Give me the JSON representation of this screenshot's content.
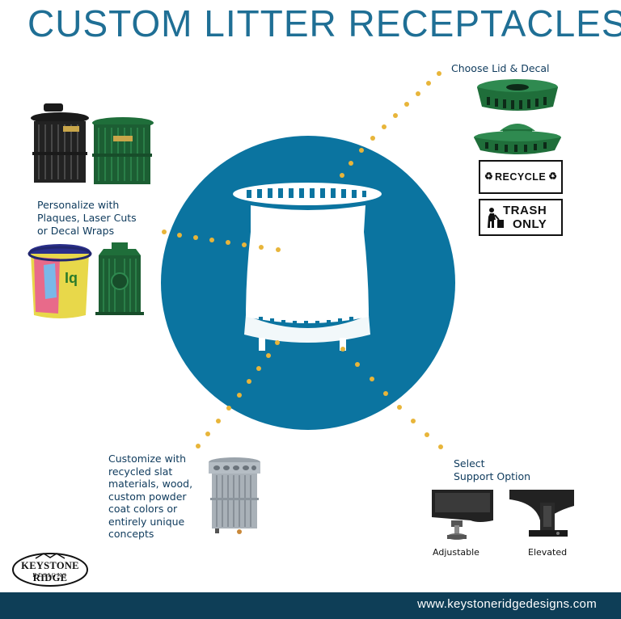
{
  "title": "CUSTOM LITTER RECEPTACLES",
  "labels": {
    "lid_decal": "Choose Lid & Decal",
    "personalize": [
      "Personalize with",
      "Plaques, Laser Cuts",
      "or Decal Wraps"
    ],
    "customize": [
      "Customize with",
      "recycled slat",
      "materials, wood,",
      "custom powder",
      "coat colors or",
      "entirely unique",
      "concepts"
    ],
    "support": [
      "Select",
      "Support Option"
    ]
  },
  "decals": {
    "recycle": "RECYCLE",
    "trash_line1": "TRASH",
    "trash_line2": "ONLY"
  },
  "support_options": [
    "Adjustable",
    "Elevated"
  ],
  "logo": {
    "line1": "KEYSTONE RIDGE",
    "line2": "DESIGNS"
  },
  "footer": {
    "url": "www.keystoneridgedesigns.com"
  },
  "colors": {
    "title": "#1f6f95",
    "circle": "#0b74a0",
    "footer": "#0e3e57",
    "dots": "#e8b53a",
    "green": "#1f6e3a"
  }
}
